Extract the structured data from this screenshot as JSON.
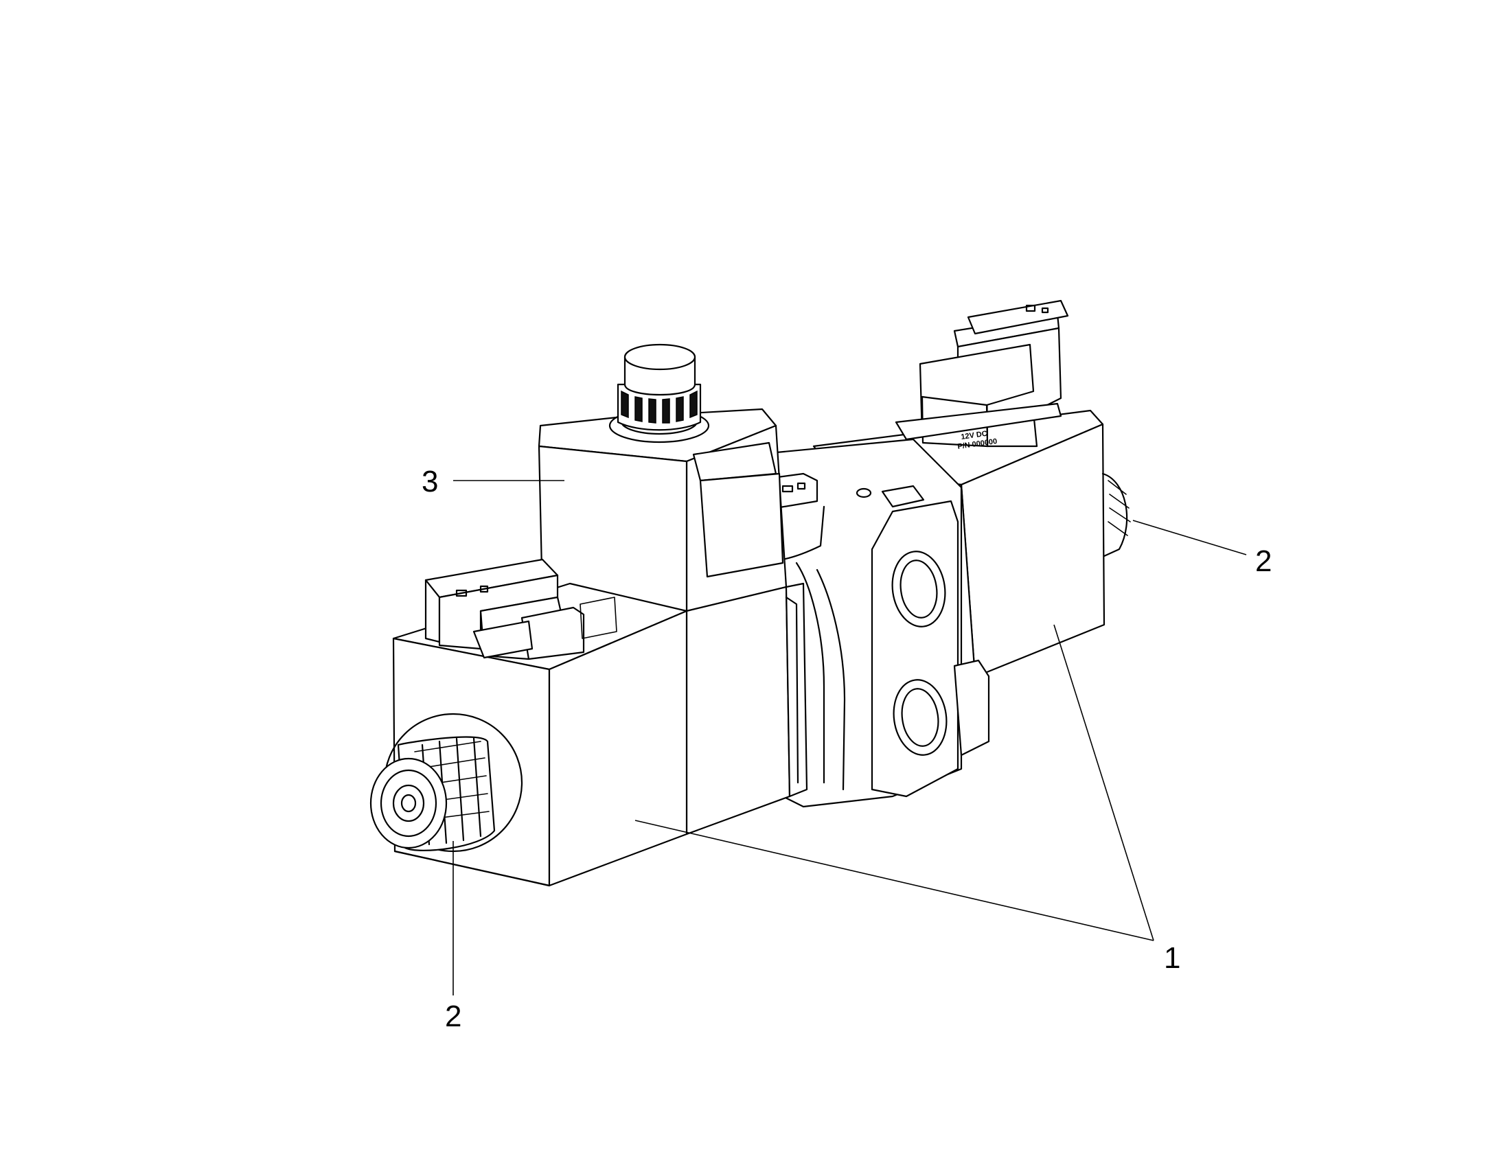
{
  "callouts": {
    "c1": "1",
    "c2_left": "2",
    "c2_right": "2",
    "c3": "3"
  },
  "coil_label_right": {
    "line1": "12V DC",
    "line2": "P/N 000000"
  },
  "colors": {
    "line": "#000000",
    "background": "#ffffff"
  }
}
